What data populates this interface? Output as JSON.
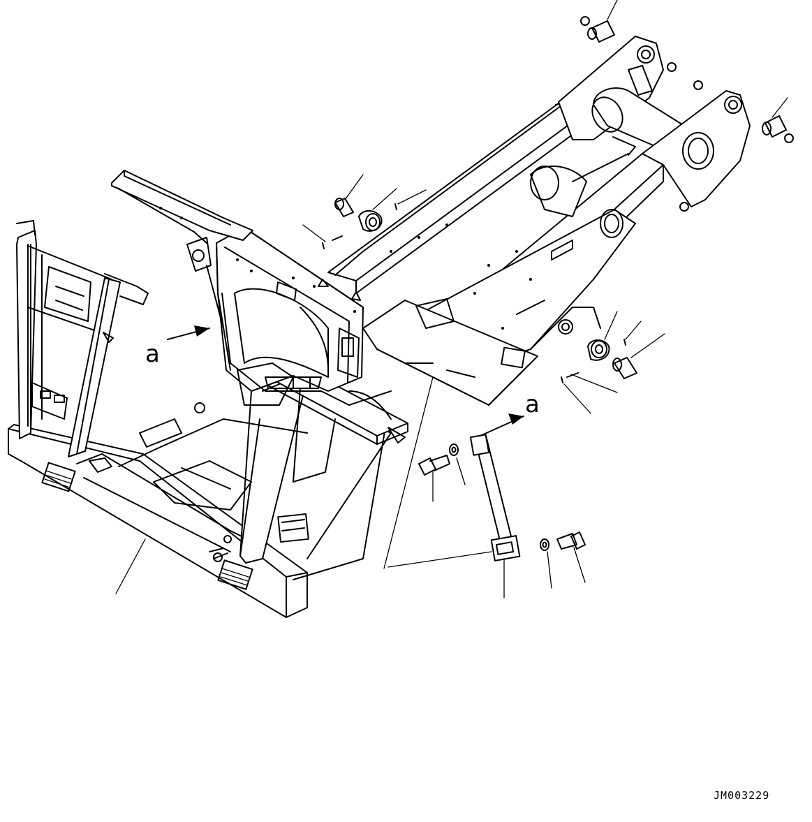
{
  "drawing": {
    "callout_letter_left": "a",
    "callout_letter_right": "a",
    "drawing_code": "JM003229"
  }
}
